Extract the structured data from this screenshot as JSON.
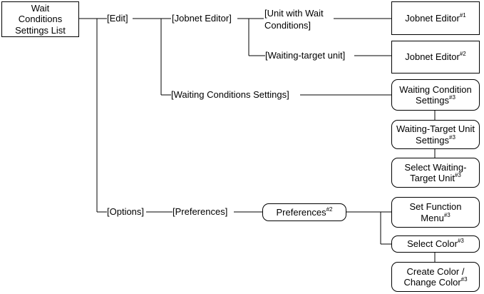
{
  "root": {
    "line1": "Wait",
    "line2": "Conditions",
    "line3": "Settings List"
  },
  "menus": {
    "edit": "[Edit]",
    "jobnet_editor": "[Jobnet Editor]",
    "unit_with_wait_line1": "[Unit with Wait",
    "unit_with_wait_line2": "Conditions]",
    "waiting_target_unit": "[Waiting-target unit]",
    "waiting_conditions_settings": "[Waiting Conditions Settings]",
    "options": "[Options]",
    "preferences": "[Preferences]"
  },
  "windows": {
    "jobnet_editor_1": {
      "text": "Jobnet Editor",
      "note": "#1"
    },
    "jobnet_editor_2": {
      "text": "Jobnet Editor",
      "note": "#2"
    },
    "waiting_condition_settings": {
      "line1": "Waiting Condition",
      "line2": "Settings",
      "note": "#3"
    },
    "waiting_target_unit_settings": {
      "line1": "Waiting-Target Unit",
      "line2": "Settings",
      "note": "#3"
    },
    "select_waiting_target_unit": {
      "line1": "Select Waiting-",
      "line2": "Target Unit",
      "note": "#3"
    },
    "preferences": {
      "text": "Preferences",
      "note": "#2"
    },
    "set_function_menu": {
      "line1": "Set Function",
      "line2": "Menu",
      "note": "#3"
    },
    "select_color": {
      "text": "Select Color",
      "note": "#3"
    },
    "create_change_color": {
      "line1": "Create Color /",
      "line2": "Change Color",
      "note": "#3"
    }
  }
}
